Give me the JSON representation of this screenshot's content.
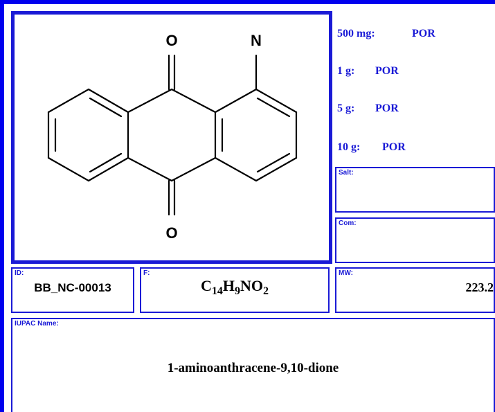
{
  "structure": {
    "atom_o_top": "O",
    "atom_n": "N",
    "atom_o_bottom": "O"
  },
  "prices": [
    {
      "qty": "500 mg:",
      "status": "POR"
    },
    {
      "qty": "1 g:",
      "status": "POR"
    },
    {
      "qty": "5 g:",
      "status": "POR"
    },
    {
      "qty": "10 g:",
      "status": "POR"
    }
  ],
  "salt": {
    "label": "Salt:",
    "value": ""
  },
  "com": {
    "label": "Com:",
    "value": ""
  },
  "id": {
    "label": "ID:",
    "value": "BB_NC-00013"
  },
  "formula": {
    "label": "F:",
    "c": "C",
    "c_n": "14",
    "h": "H",
    "h_n": "9",
    "rest": "NO",
    "o_n": "2"
  },
  "mw": {
    "label": "MW:",
    "value": "223.2"
  },
  "iupac": {
    "label": "IUPAC Name:",
    "value": "1-aminoanthracene-9,10-dione"
  },
  "colors": {
    "accent": "#1a1ad6",
    "edge": "#0000ee"
  }
}
